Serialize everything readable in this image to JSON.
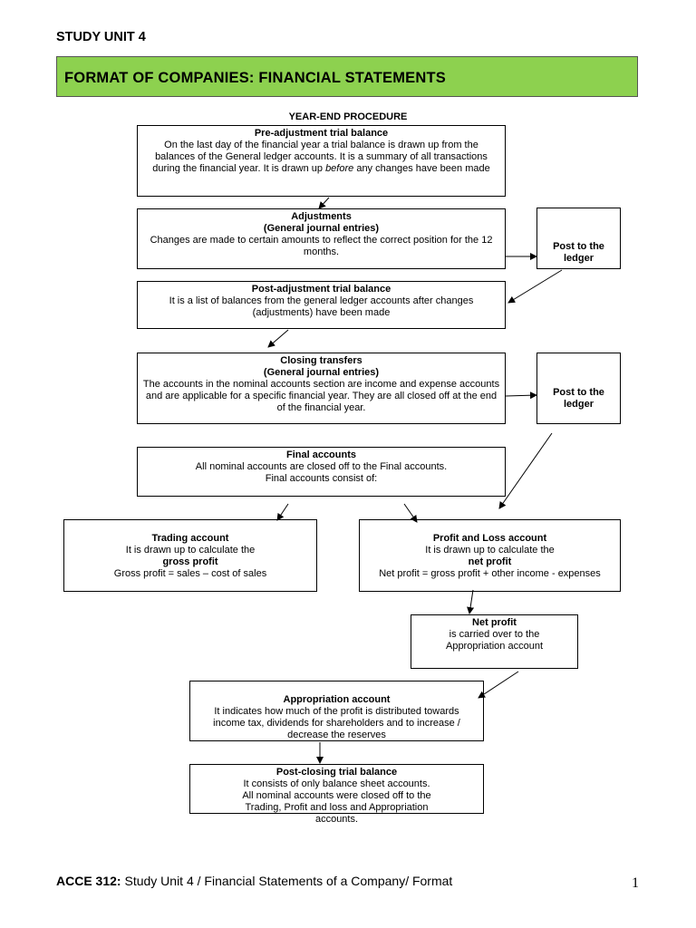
{
  "header": {
    "unit": "STUDY UNIT 4"
  },
  "banner": {
    "title": "FORMAT OF COMPANIES: FINANCIAL STATEMENTS",
    "color": "#8dd14f"
  },
  "procedure_title": "YEAR-END PROCEDURE",
  "boxes": {
    "pre_adjustment": {
      "title": "Pre-adjustment trial balance",
      "text_a": "On the last day of the financial year a trial balance is drawn up from the balances of the General ledger accounts. It is a summary of all transactions during the financial year.  It is drawn up ",
      "text_em": "before",
      "text_b": " any changes have been made"
    },
    "adjustments": {
      "title": "Adjustments",
      "subtitle": "(General journal entries)",
      "text": "Changes are made to certain amounts to reflect the correct position for the 12 months."
    },
    "post_to_ledger_1": {
      "text": "Post to the ledger"
    },
    "post_adjustment": {
      "title": "Post-adjustment trial balance",
      "text": "It is a list of balances from the general ledger accounts after changes (adjustments) have been made"
    },
    "closing_transfers": {
      "title": "Closing transfers",
      "subtitle": "(General journal entries)",
      "text": "The accounts in the nominal accounts section are income and expense accounts and are applicable for a specific financial year.  They are all closed off at the end of the financial year."
    },
    "post_to_ledger_2": {
      "text": "Post to the ledger"
    },
    "final_accounts": {
      "title": "Final accounts",
      "line1": "All nominal accounts are closed off to the Final accounts.",
      "line2": "Final accounts consist of:"
    },
    "trading_account": {
      "title": "Trading account",
      "line1": "It is drawn up to calculate the",
      "bold": "gross profit",
      "line2": "Gross profit = sales – cost of sales"
    },
    "profit_loss": {
      "title": "Profit and Loss account",
      "line1": "It is drawn up to calculate the",
      "bold": "net profit",
      "line2": "Net profit = gross profit + other income - expenses"
    },
    "net_profit": {
      "title": "Net profit",
      "line1": "is carried over to the",
      "line2": "Appropriation account"
    },
    "appropriation": {
      "title": "Appropriation account",
      "text": "It indicates how much of the profit is distributed towards income tax, dividends for shareholders and to increase / decrease the reserves"
    },
    "post_closing": {
      "title": "Post-closing trial balance",
      "line1": "It consists of only balance sheet accounts.",
      "line2": "All nominal accounts were closed off to the Trading, Profit and loss and Appropriation accounts."
    }
  },
  "footer": {
    "code": "ACCE 312:",
    "text": " Study Unit 4 / Financial Statements of a Company/ Format",
    "page": "1"
  }
}
